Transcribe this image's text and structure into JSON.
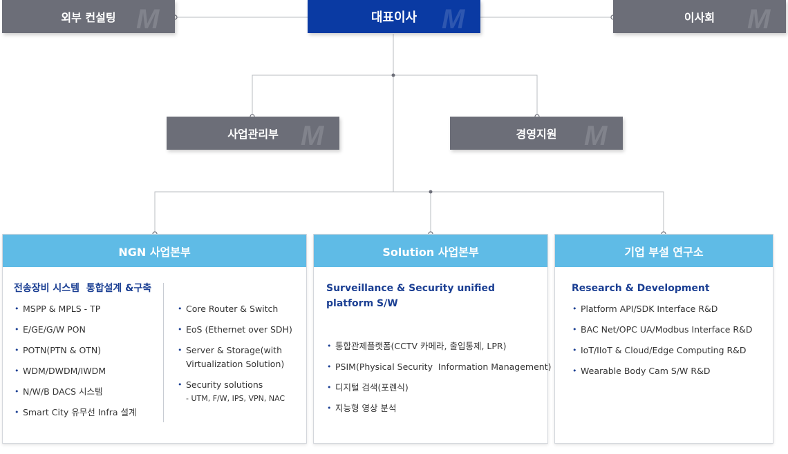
{
  "top": {
    "consult": "외부 컨설팅",
    "ceo": "대표이사",
    "board": "이사회"
  },
  "middle": {
    "business_mgmt": "사업관리부",
    "management_support": "경영지원"
  },
  "divisions": [
    {
      "title": "NGN 사업본부",
      "heading": "전송장비 시스템  통합설계 &구축",
      "items_left": [
        "MSPP & MPLS - TP",
        "E/GE/G/W PON",
        "POTN(PTN & OTN)",
        "WDM/DWDM/IWDM",
        "N/W/B DACS 시스템",
        "Smart City 유무선 Infra 설계"
      ],
      "items_right": [
        "Core Router & Switch",
        "EoS (Ethernet over SDH)",
        "Server & Storage(with",
        "Virtualization Solution)",
        "Security solutions",
        "- UTM, F/W, IPS, VPN, NAC"
      ]
    },
    {
      "title": "Solution 사업본부",
      "heading_line1": "Surveillance & Security unified",
      "heading_line2": "platform S/W",
      "items": [
        "통합관제플랫폼(CCTV 카메라, 출입통제, LPR)",
        "PSIM(Physical Security  Information Management)",
        "디지털 검색(포렌식)",
        "지능형 영상 분석"
      ]
    },
    {
      "title": "기업 부설 연구소",
      "heading": "Research & Development",
      "items": [
        "Platform API/SDK Interface R&D",
        "BAC Net/OPC UA/Modbus Interface R&D",
        "IoT/IIoT & Cloud/Edge Computing R&D",
        "Wearable Body Cam S/W R&D"
      ]
    }
  ],
  "colors": {
    "navy": "#0a3aa3",
    "gray_box": "#6c6e78",
    "sky_header": "#5fbbe6",
    "heading_text": "#1b3f93"
  }
}
